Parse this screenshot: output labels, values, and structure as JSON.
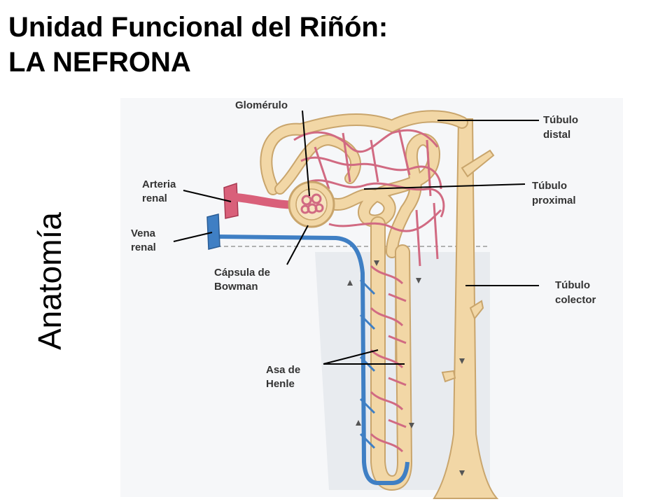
{
  "title": {
    "line1": "Unidad Funcional del Riñón:",
    "line2": "LA NEFRONA"
  },
  "side_label": "Anatomía",
  "labels": {
    "glomerulo": "Glomérulo",
    "tubulo_distal": [
      "Túbulo",
      "distal"
    ],
    "arteria_renal": [
      "Arteria",
      "renal"
    ],
    "tubulo_proximal": [
      "Túbulo",
      "proximal"
    ],
    "vena_renal": [
      "Vena",
      "renal"
    ],
    "capsula_bowman": [
      "Cápsula de",
      "Bowman"
    ],
    "tubulo_colector": [
      "Túbulo",
      "colector"
    ],
    "asa_henle": [
      "Asa de",
      "Henle"
    ]
  },
  "colors": {
    "tubule": "#f2d7a6",
    "tubule_outline": "#c9a56c",
    "artery": "#d9607a",
    "capillary": "#d16a82",
    "vein": "#3f7fc4",
    "background_panel": "#eef0f3",
    "pointer": "#000000"
  }
}
